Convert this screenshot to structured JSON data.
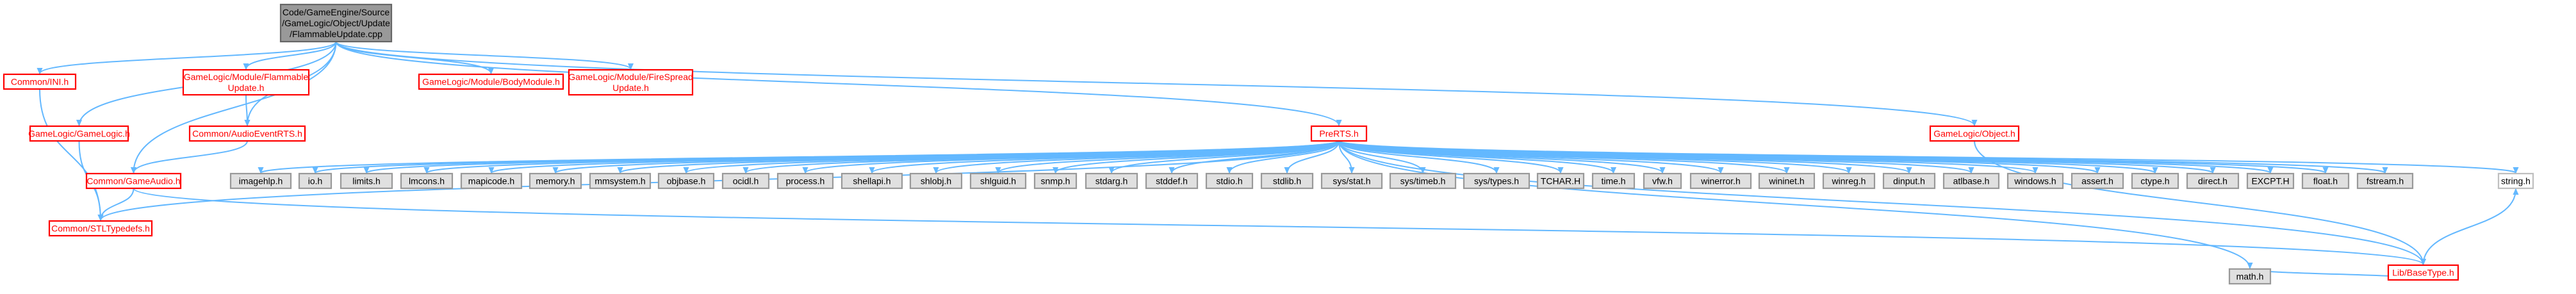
{
  "diagram": {
    "title": "",
    "nodes": [
      {
        "id": "root",
        "lines": [
          "Code/GameEngine/Source",
          "/GameLogic/Object/Update",
          "/FlammableUpdate.cpp"
        ],
        "style": "root"
      },
      {
        "id": "ini",
        "lines": [
          "Common/INI.h"
        ],
        "style": "red"
      },
      {
        "id": "gamelogic",
        "lines": [
          "GameLogic/GameLogic.h"
        ],
        "style": "red"
      },
      {
        "id": "flammable",
        "lines": [
          "GameLogic/Module/Flammable",
          "Update.h"
        ],
        "style": "red"
      },
      {
        "id": "bodymodule",
        "lines": [
          "GameLogic/Module/BodyModule.h"
        ],
        "style": "red"
      },
      {
        "id": "firespread",
        "lines": [
          "GameLogic/Module/FireSpread",
          "Update.h"
        ],
        "style": "red"
      },
      {
        "id": "audioevent",
        "lines": [
          "Common/AudioEventRTS.h"
        ],
        "style": "red"
      },
      {
        "id": "prerts",
        "lines": [
          "PreRTS.h"
        ],
        "style": "red"
      },
      {
        "id": "object",
        "lines": [
          "GameLogic/Object.h"
        ],
        "style": "red"
      },
      {
        "id": "gameaudio",
        "lines": [
          "Common/GameAudio.h"
        ],
        "style": "red"
      },
      {
        "id": "stltypedefs",
        "lines": [
          "Common/STLTypedefs.h"
        ],
        "style": "red"
      },
      {
        "id": "basetype",
        "lines": [
          "Lib/BaseType.h"
        ],
        "style": "red"
      },
      {
        "id": "string",
        "lines": [
          "string.h"
        ],
        "style": "plain"
      },
      {
        "id": "math",
        "lines": [
          "math.h"
        ],
        "style": "gray"
      },
      {
        "id": "imagehlp",
        "lines": [
          "imagehlp.h"
        ],
        "style": "gray"
      },
      {
        "id": "io",
        "lines": [
          "io.h"
        ],
        "style": "gray"
      },
      {
        "id": "limits",
        "lines": [
          "limits.h"
        ],
        "style": "gray"
      },
      {
        "id": "lmcons",
        "lines": [
          "lmcons.h"
        ],
        "style": "gray"
      },
      {
        "id": "mapicode",
        "lines": [
          "mapicode.h"
        ],
        "style": "gray"
      },
      {
        "id": "memory",
        "lines": [
          "memory.h"
        ],
        "style": "gray"
      },
      {
        "id": "mmsystem",
        "lines": [
          "mmsystem.h"
        ],
        "style": "gray"
      },
      {
        "id": "objbase",
        "lines": [
          "objbase.h"
        ],
        "style": "gray"
      },
      {
        "id": "ocidl",
        "lines": [
          "ocidl.h"
        ],
        "style": "gray"
      },
      {
        "id": "process",
        "lines": [
          "process.h"
        ],
        "style": "gray"
      },
      {
        "id": "shellapi",
        "lines": [
          "shellapi.h"
        ],
        "style": "gray"
      },
      {
        "id": "shlobj",
        "lines": [
          "shlobj.h"
        ],
        "style": "gray"
      },
      {
        "id": "shlguid",
        "lines": [
          "shlguid.h"
        ],
        "style": "gray"
      },
      {
        "id": "snmp",
        "lines": [
          "snmp.h"
        ],
        "style": "gray"
      },
      {
        "id": "stdarg",
        "lines": [
          "stdarg.h"
        ],
        "style": "gray"
      },
      {
        "id": "stddef",
        "lines": [
          "stddef.h"
        ],
        "style": "gray"
      },
      {
        "id": "stdio",
        "lines": [
          "stdio.h"
        ],
        "style": "gray"
      },
      {
        "id": "stdlib",
        "lines": [
          "stdlib.h"
        ],
        "style": "gray"
      },
      {
        "id": "sysstat",
        "lines": [
          "sys/stat.h"
        ],
        "style": "gray"
      },
      {
        "id": "systimeb",
        "lines": [
          "sys/timeb.h"
        ],
        "style": "gray"
      },
      {
        "id": "systypes",
        "lines": [
          "sys/types.h"
        ],
        "style": "gray"
      },
      {
        "id": "tchar",
        "lines": [
          "TCHAR.H"
        ],
        "style": "gray"
      },
      {
        "id": "time",
        "lines": [
          "time.h"
        ],
        "style": "gray"
      },
      {
        "id": "vfw",
        "lines": [
          "vfw.h"
        ],
        "style": "gray"
      },
      {
        "id": "winerror",
        "lines": [
          "winerror.h"
        ],
        "style": "gray"
      },
      {
        "id": "wininet",
        "lines": [
          "wininet.h"
        ],
        "style": "gray"
      },
      {
        "id": "winreg",
        "lines": [
          "winreg.h"
        ],
        "style": "gray"
      },
      {
        "id": "dinput",
        "lines": [
          "dinput.h"
        ],
        "style": "gray"
      },
      {
        "id": "atlbase",
        "lines": [
          "atlbase.h"
        ],
        "style": "gray"
      },
      {
        "id": "windows",
        "lines": [
          "windows.h"
        ],
        "style": "gray"
      },
      {
        "id": "assert",
        "lines": [
          "assert.h"
        ],
        "style": "gray"
      },
      {
        "id": "ctype",
        "lines": [
          "ctype.h"
        ],
        "style": "gray"
      },
      {
        "id": "direct",
        "lines": [
          "direct.h"
        ],
        "style": "gray"
      },
      {
        "id": "excpt",
        "lines": [
          "EXCPT.H"
        ],
        "style": "gray"
      },
      {
        "id": "float",
        "lines": [
          "float.h"
        ],
        "style": "gray"
      },
      {
        "id": "fstream",
        "lines": [
          "fstream.h"
        ],
        "style": "gray"
      }
    ],
    "edges": [
      [
        "root",
        "ini"
      ],
      [
        "root",
        "gamelogic"
      ],
      [
        "root",
        "flammable"
      ],
      [
        "root",
        "bodymodule"
      ],
      [
        "root",
        "firespread"
      ],
      [
        "root",
        "audioevent"
      ],
      [
        "root",
        "gameaudio"
      ],
      [
        "root",
        "prerts"
      ],
      [
        "root",
        "object"
      ],
      [
        "ini",
        "stltypedefs"
      ],
      [
        "gamelogic",
        "stltypedefs"
      ],
      [
        "flammable",
        "audioevent"
      ],
      [
        "audioevent",
        "gameaudio"
      ],
      [
        "gameaudio",
        "stltypedefs"
      ],
      [
        "gameaudio",
        "basetype"
      ],
      [
        "prerts",
        "imagehlp"
      ],
      [
        "prerts",
        "io"
      ],
      [
        "prerts",
        "limits"
      ],
      [
        "prerts",
        "lmcons"
      ],
      [
        "prerts",
        "mapicode"
      ],
      [
        "prerts",
        "memory"
      ],
      [
        "prerts",
        "mmsystem"
      ],
      [
        "prerts",
        "objbase"
      ],
      [
        "prerts",
        "ocidl"
      ],
      [
        "prerts",
        "process"
      ],
      [
        "prerts",
        "shellapi"
      ],
      [
        "prerts",
        "shlobj"
      ],
      [
        "prerts",
        "shlguid"
      ],
      [
        "prerts",
        "snmp"
      ],
      [
        "prerts",
        "stdarg"
      ],
      [
        "prerts",
        "stddef"
      ],
      [
        "prerts",
        "stdio"
      ],
      [
        "prerts",
        "stdlib"
      ],
      [
        "prerts",
        "sysstat"
      ],
      [
        "prerts",
        "systimeb"
      ],
      [
        "prerts",
        "systypes"
      ],
      [
        "prerts",
        "tchar"
      ],
      [
        "prerts",
        "time"
      ],
      [
        "prerts",
        "vfw"
      ],
      [
        "prerts",
        "winerror"
      ],
      [
        "prerts",
        "wininet"
      ],
      [
        "prerts",
        "winreg"
      ],
      [
        "prerts",
        "dinput"
      ],
      [
        "prerts",
        "atlbase"
      ],
      [
        "prerts",
        "windows"
      ],
      [
        "prerts",
        "assert"
      ],
      [
        "prerts",
        "ctype"
      ],
      [
        "prerts",
        "direct"
      ],
      [
        "prerts",
        "excpt"
      ],
      [
        "prerts",
        "float"
      ],
      [
        "prerts",
        "fstream"
      ],
      [
        "prerts",
        "string"
      ],
      [
        "prerts",
        "math"
      ],
      [
        "prerts",
        "basetype"
      ],
      [
        "prerts",
        "stltypedefs"
      ],
      [
        "object",
        "basetype"
      ],
      [
        "basetype",
        "string"
      ],
      [
        "basetype",
        "math"
      ]
    ]
  }
}
